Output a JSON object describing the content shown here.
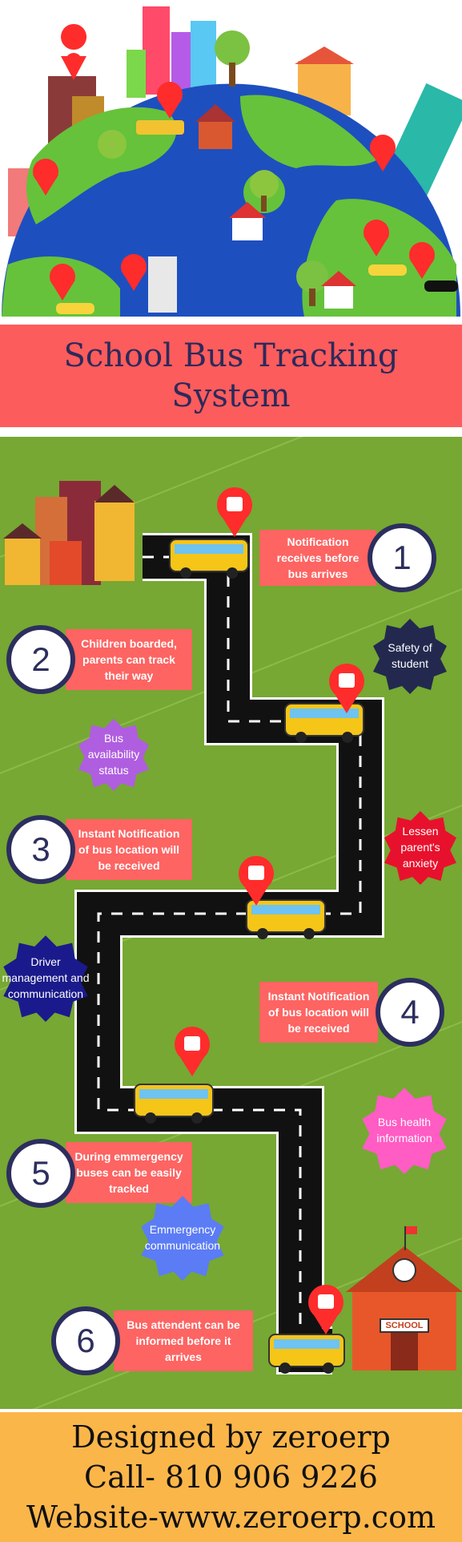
{
  "title": {
    "line1": "School Bus Tracking",
    "line2": "System"
  },
  "steps": [
    {
      "number": "1",
      "text": "Notification receives before bus arrives"
    },
    {
      "number": "2",
      "text": "Children boarded, parents can track their way"
    },
    {
      "number": "3",
      "text": "Instant Notification of bus location will be received"
    },
    {
      "number": "4",
      "text": "Instant Notification of bus location will be received"
    },
    {
      "number": "5",
      "text": "During emmergency buses can be easily tracked"
    },
    {
      "number": "6",
      "text": "Bus attendent can be informed before it arrives"
    }
  ],
  "benefits": [
    {
      "text": "Safety of student",
      "color": "#23294e"
    },
    {
      "text": "Bus availability status",
      "color": "#b05ee0"
    },
    {
      "text": "Lessen parent's anxiety",
      "color": "#e8112d"
    },
    {
      "text": "Driver management and communication",
      "color": "#1a1a8c"
    },
    {
      "text": "Bus health information",
      "color": "#ff5cc4"
    },
    {
      "text": "Emmergency communication",
      "color": "#5b7cf5"
    }
  ],
  "school_sign": "SCHOOL",
  "footer": {
    "designed_by": "Designed by zeroerp",
    "call": "Call- 810 906 9226",
    "website": "Website-www.zeroerp.com"
  },
  "colors": {
    "title_band": "#fd5c5c",
    "title_text": "#2c2a5a",
    "label_bg": "#fd6462",
    "field": "#76a833",
    "footer_bg": "#fbb64a"
  }
}
